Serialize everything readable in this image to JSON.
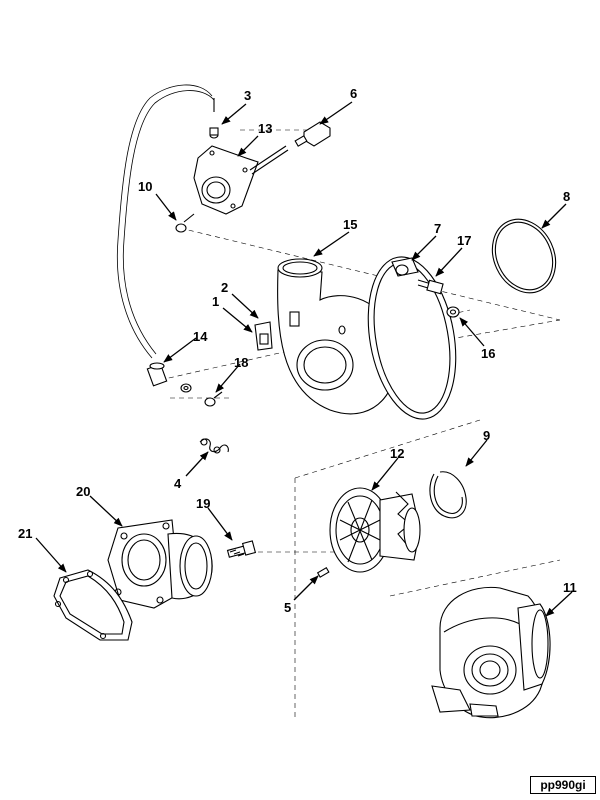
{
  "figure_id": "pp990gi",
  "callouts": {
    "c1": "1",
    "c2": "2",
    "c3": "3",
    "c4": "4",
    "c5": "5",
    "c6": "6",
    "c7": "7",
    "c8": "8",
    "c9": "9",
    "c10": "10",
    "c11": "11",
    "c12": "12",
    "c13": "13",
    "c14": "14",
    "c15": "15",
    "c16": "16",
    "c17": "17",
    "c18": "18",
    "c19": "19",
    "c20": "20",
    "c21": "21"
  }
}
